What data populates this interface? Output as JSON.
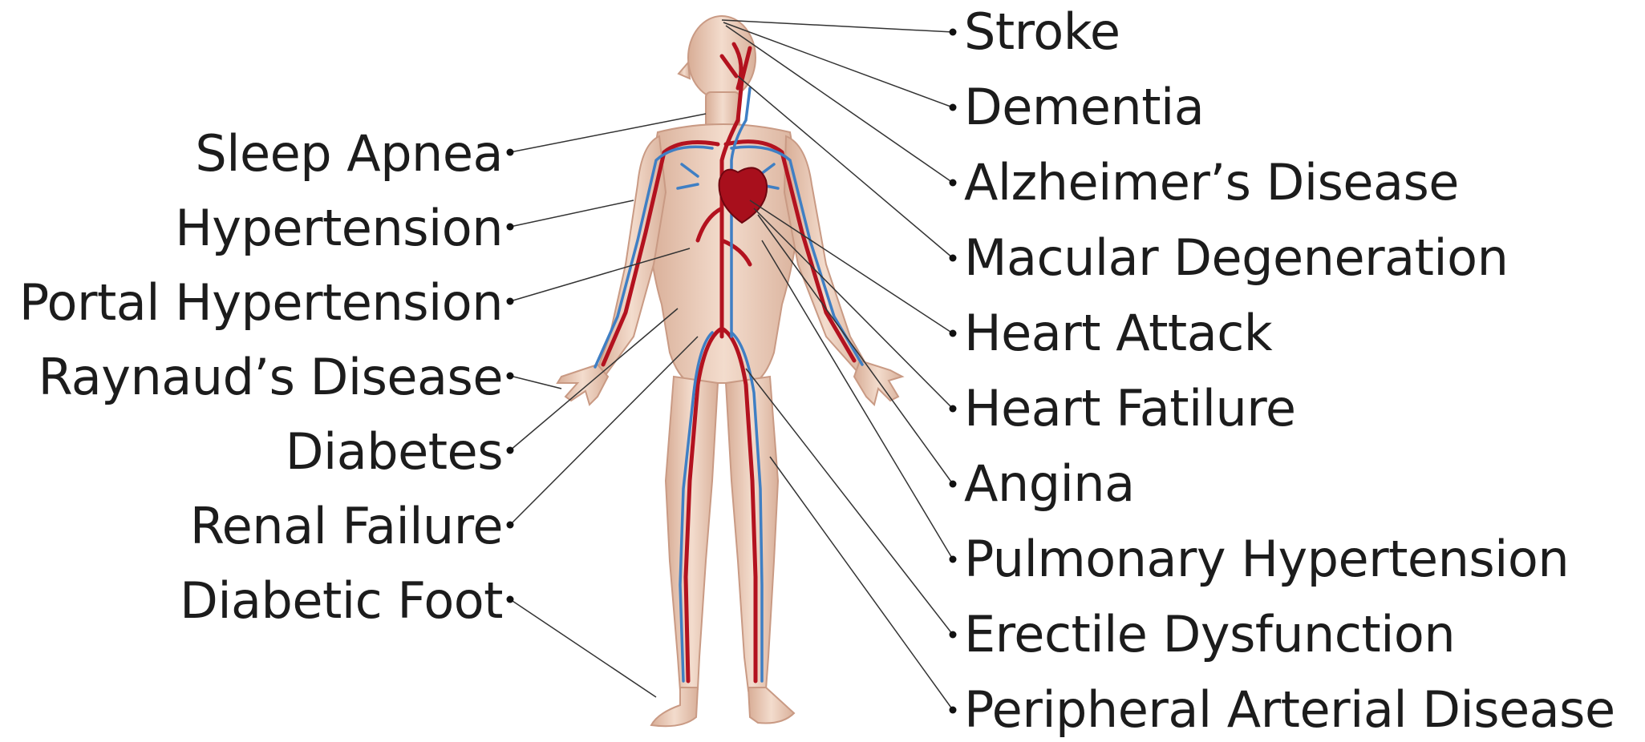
{
  "colors": {
    "artery": "#b3121f",
    "vein": "#3f7fc4",
    "skin": "#efd2c0",
    "skin_shade": "#d8ad96",
    "leader": "#333333",
    "text": "#1c1c1c"
  },
  "left_labels": [
    "Sleep Apnea",
    "Hypertension",
    "Portal Hypertension",
    "Raynaud’s Disease",
    "Diabetes",
    "Renal Failure",
    "Diabetic Foot"
  ],
  "right_labels": [
    "Stroke",
    "Dementia",
    "Alzheimer’s Disease",
    "Macular Degeneration",
    "Heart Attack",
    "Heart Fatilure",
    "Angina",
    "Pulmonary Hypertension",
    "Erectile Dysfunction",
    "Peripheral Arterial Disease"
  ],
  "figure": {
    "icon": "human-circulatory-system-icon"
  }
}
